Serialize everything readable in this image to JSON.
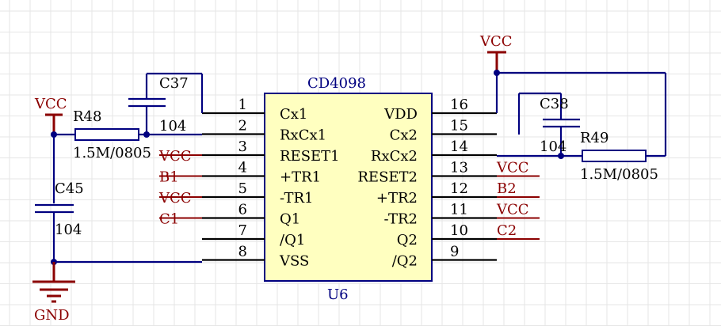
{
  "grid": {
    "color": "#e6e6e6"
  },
  "colors": {
    "wire": "#000080",
    "power": "#8b0000",
    "ic_fill": "#ffffc0",
    "dot": "#000080"
  },
  "ic": {
    "name": "CD4098",
    "designator": "U6",
    "left_pins": [
      {
        "num": "1",
        "name": "Cx1"
      },
      {
        "num": "2",
        "name": "RxCx1"
      },
      {
        "num": "3",
        "name": "RESET1"
      },
      {
        "num": "4",
        "name": "+TR1"
      },
      {
        "num": "5",
        "name": "-TR1"
      },
      {
        "num": "6",
        "name": "Q1"
      },
      {
        "num": "7",
        "name": "/Q1"
      },
      {
        "num": "8",
        "name": "VSS"
      }
    ],
    "right_pins": [
      {
        "num": "16",
        "name": "VDD"
      },
      {
        "num": "15",
        "name": "Cx2"
      },
      {
        "num": "14",
        "name": "RxCx2"
      },
      {
        "num": "13",
        "name": "RESET2"
      },
      {
        "num": "12",
        "name": "+TR2"
      },
      {
        "num": "11",
        "name": "-TR2"
      },
      {
        "num": "10",
        "name": "Q2"
      },
      {
        "num": "9",
        "name": "/Q2"
      }
    ]
  },
  "net_labels_left": [
    "VCC",
    "B1",
    "VCC",
    "C1"
  ],
  "net_labels_right": [
    "VCC",
    "B2",
    "VCC",
    "C2"
  ],
  "power": {
    "vcc_left": "VCC",
    "vcc_top": "VCC",
    "gnd": "GND"
  },
  "components": {
    "r48": {
      "ref": "R48",
      "value": "1.5M/0805"
    },
    "r49": {
      "ref": "R49",
      "value": "1.5M/0805"
    },
    "c37": {
      "ref": "C37",
      "value": "104"
    },
    "c38": {
      "ref": "C38",
      "value": "104"
    },
    "c45": {
      "ref": "C45",
      "value": "104"
    }
  }
}
